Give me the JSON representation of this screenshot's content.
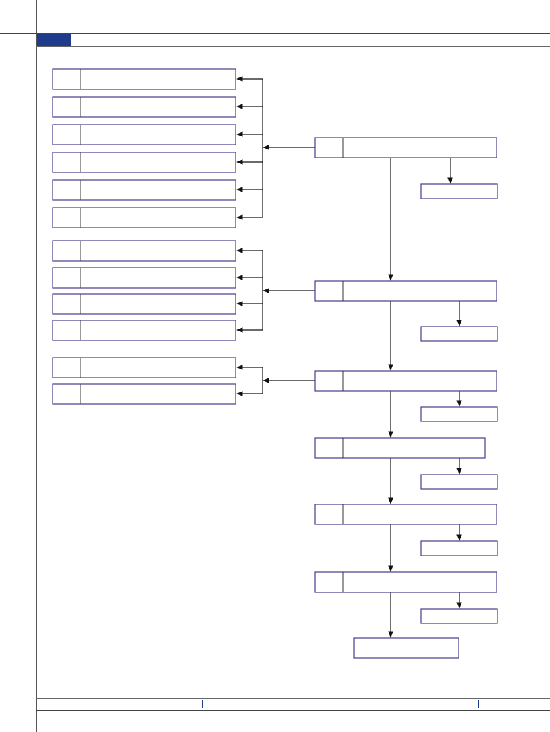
{
  "page": {
    "header_tab_color": "#1f3b8c",
    "box_border_color": "#4b3a8a",
    "line_color": "#111111"
  },
  "diagram": {
    "left_groups": [
      {
        "id": "group-1",
        "items": [
          "",
          "",
          "",
          "",
          "",
          ""
        ]
      },
      {
        "id": "group-2",
        "items": [
          "",
          "",
          "",
          ""
        ]
      },
      {
        "id": "group-3",
        "items": [
          "",
          ""
        ]
      }
    ],
    "main_chain": [
      {
        "id": "step-1",
        "label": "",
        "side_note": "",
        "feeds_group": "group-1"
      },
      {
        "id": "step-2",
        "label": "",
        "side_note": "",
        "feeds_group": "group-2"
      },
      {
        "id": "step-3",
        "label": "",
        "side_note": "",
        "feeds_group": "group-3"
      },
      {
        "id": "step-4",
        "label": "",
        "side_note": ""
      },
      {
        "id": "step-5",
        "label": "",
        "side_note": ""
      },
      {
        "id": "step-6",
        "label": "",
        "side_note": ""
      }
    ],
    "end_node": {
      "id": "end",
      "label": ""
    }
  }
}
